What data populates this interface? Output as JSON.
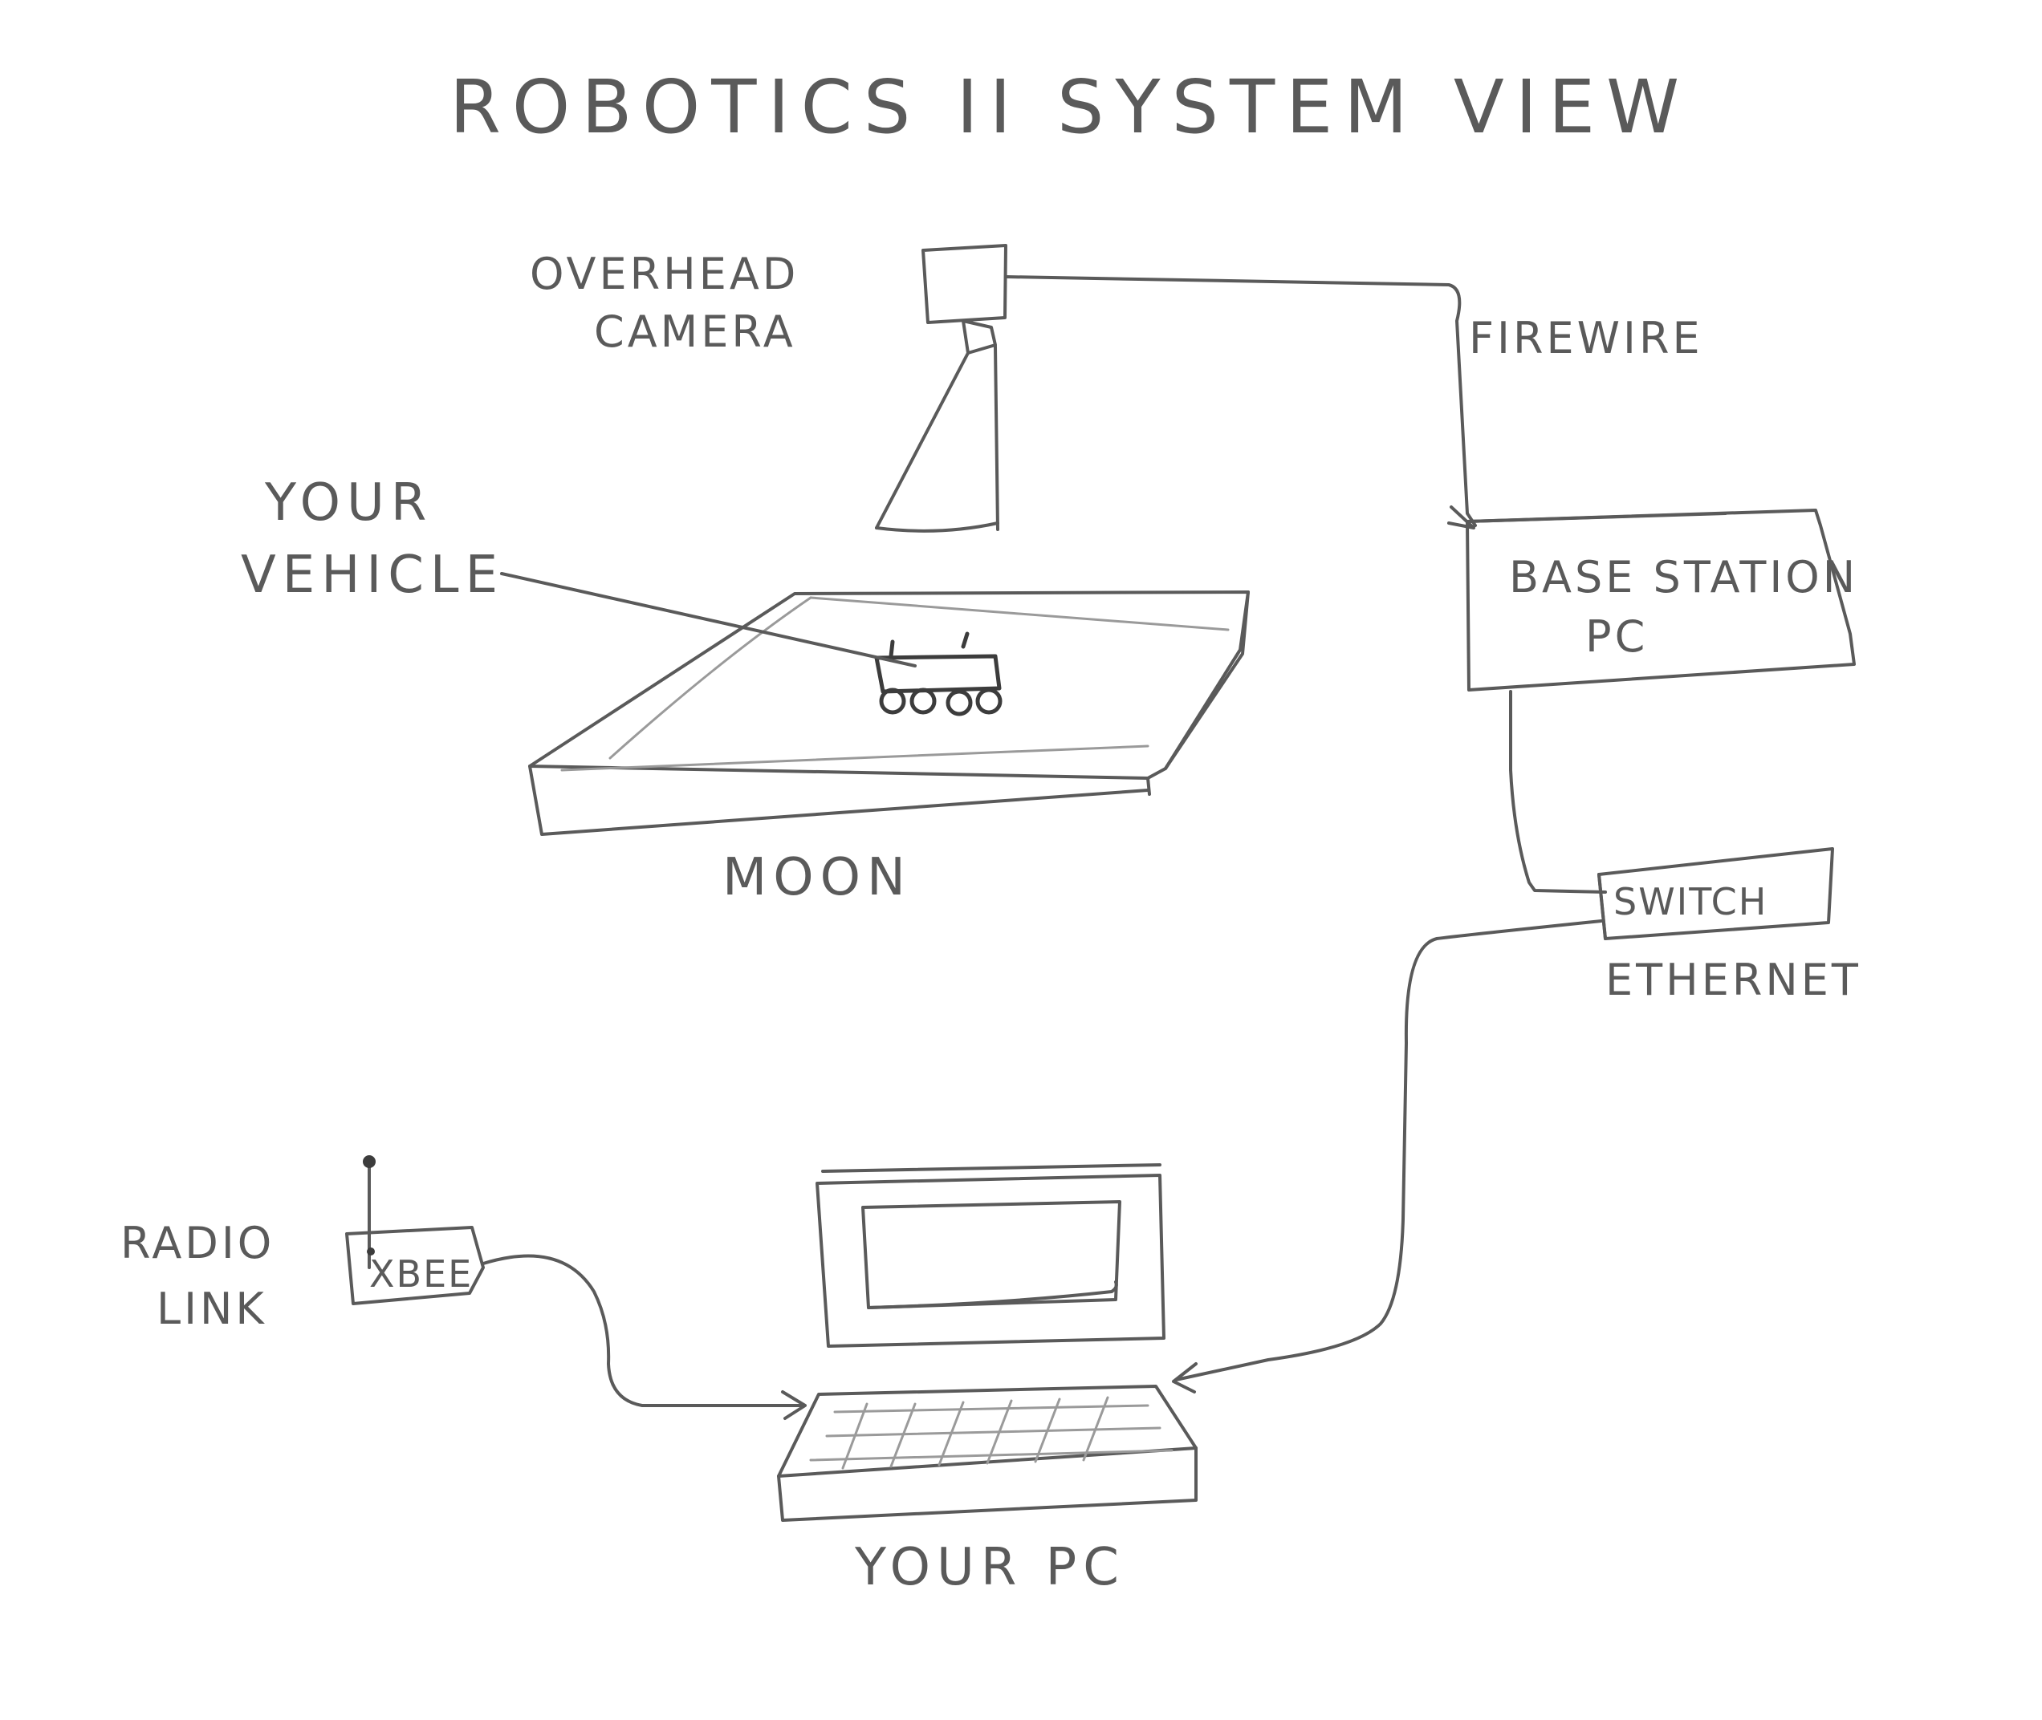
{
  "title": "ROBOTICS II SYSTEM VIEW",
  "labels": {
    "overhead_camera_line1": "OVERHEAD",
    "overhead_camera_line2": "CAMERA",
    "firewire": "FIREWIRE",
    "your_vehicle_line1": "YOUR",
    "your_vehicle_line2": "VEHICLE",
    "base_station_line1": "BASE STATION",
    "base_station_line2": "PC",
    "moon": "MOON",
    "switch": "SWITCH",
    "ethernet": "ETHERNET",
    "radio_link_line1": "RADIO",
    "radio_link_line2": "LINK",
    "xbee": "XBEE",
    "your_pc": "YOUR PC"
  },
  "colors": {
    "ink": "#5a5a5a",
    "paper": "#ffffff"
  }
}
